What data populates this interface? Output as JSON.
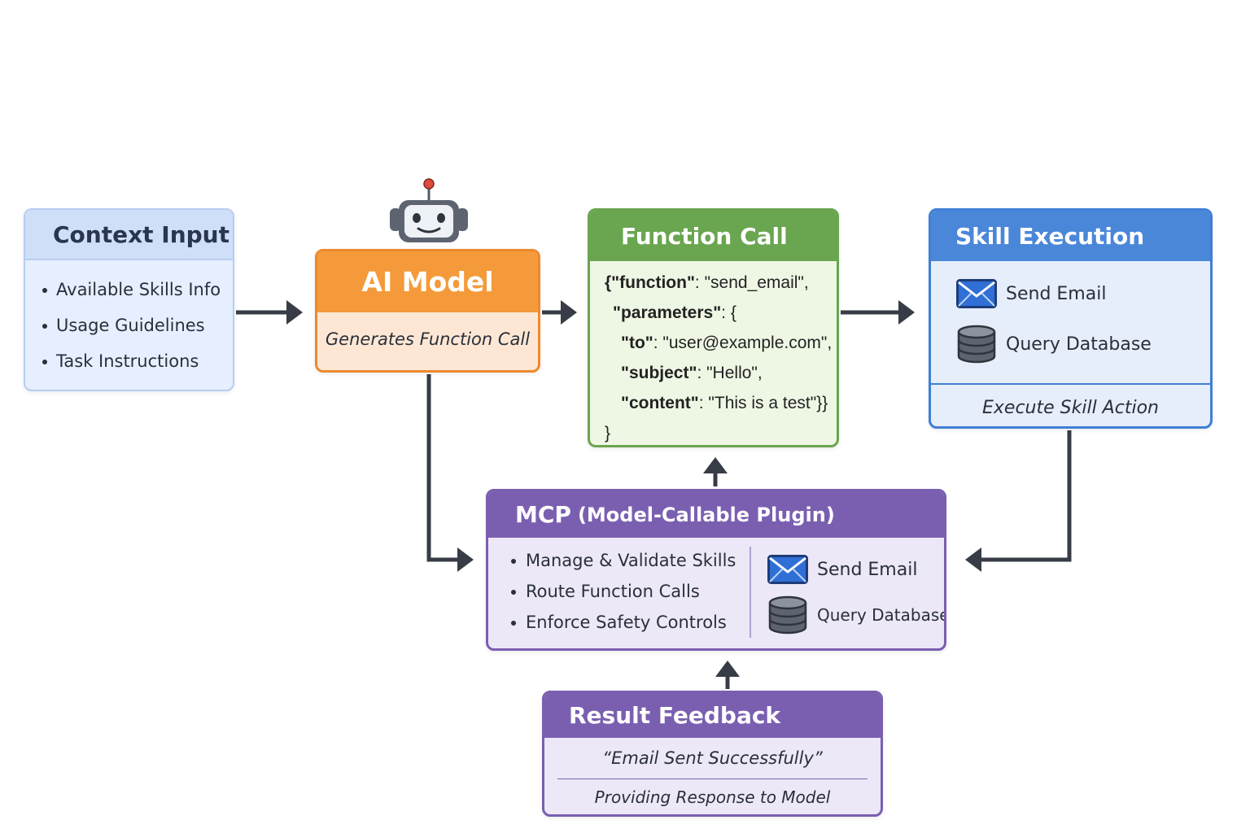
{
  "colors": {
    "arrow": "#373c47",
    "context": "#cfdff8",
    "ai_model": "#f59a3a",
    "function_call": "#6aa550",
    "skill_execution": "#4a87d9",
    "mcp": "#7a5fb1"
  },
  "context_input": {
    "title": "Context Input",
    "items": [
      "Available Skills Info",
      "Usage Guidelines",
      "Task Instructions"
    ]
  },
  "ai_model": {
    "icon": "robot-icon",
    "title": "AI Model",
    "subtitle": "Generates Function Call"
  },
  "function_call": {
    "title": "Function Call",
    "lines": [
      {
        "key": "{\"function\"",
        "rest": ": \"send_email\","
      },
      {
        "key": "\"parameters\"",
        "rest": ": {"
      },
      {
        "key": "\"to\"",
        "rest": ": \"user@example.com\","
      },
      {
        "key": "\"subject\"",
        "rest": ": \"Hello\","
      },
      {
        "key": "\"content\"",
        "rest": ": \"This is a test\"}}"
      },
      {
        "key": "",
        "rest": "}"
      }
    ]
  },
  "skill_execution": {
    "title": "Skill Execution",
    "skills": [
      {
        "icon": "envelope-icon",
        "label": "Send Email"
      },
      {
        "icon": "database-icon",
        "label": "Query Database"
      }
    ],
    "footer": "Execute Skill Action"
  },
  "mcp": {
    "title": "MCP",
    "title_detail": "(Model-Callable  Plugin)",
    "items": [
      "Manage & Validate Skills",
      "Route Function Calls",
      "Enforce Safety Controls"
    ],
    "skills": [
      {
        "icon": "envelope-icon",
        "label": "Send Email"
      },
      {
        "icon": "database-icon",
        "label": "Query Database"
      }
    ]
  },
  "result_feedback": {
    "title": "Result Feedback",
    "quote": "“Email Sent Successfully”",
    "note": "Providing Response to Model"
  }
}
